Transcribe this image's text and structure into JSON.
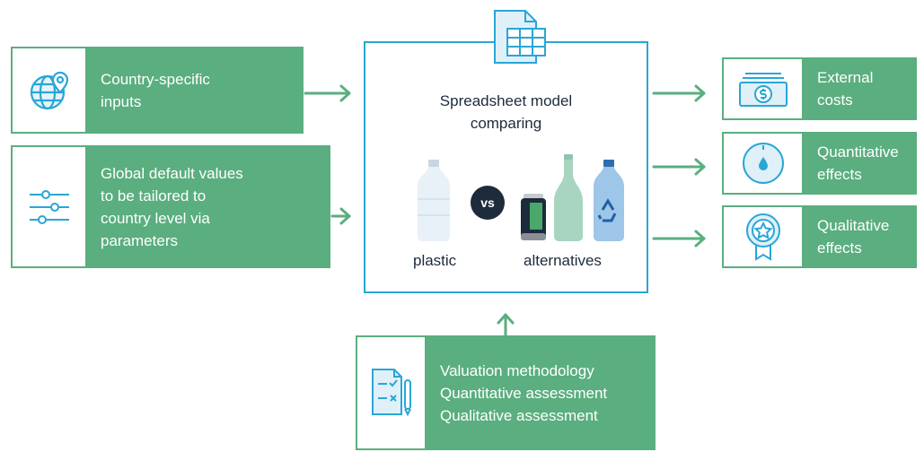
{
  "inputs": {
    "country": {
      "lines": [
        "Country-specific",
        "inputs"
      ],
      "icon": "globe-pin-icon"
    },
    "global": {
      "lines": [
        "Global default values",
        "to be tailored to",
        "country level via",
        "parameters"
      ],
      "icon": "sliders-icon"
    }
  },
  "model": {
    "title_lines": [
      "Spreadsheet model",
      "comparing"
    ],
    "left_label": "plastic",
    "vs": "vs",
    "right_label": "alternatives",
    "icon": "spreadsheet-icon"
  },
  "outputs": {
    "external": {
      "lines": [
        "External",
        "costs"
      ],
      "icon": "money-bill-icon"
    },
    "quantitative": {
      "lines": [
        "Quantitative",
        "effects"
      ],
      "icon": "droplet-gauge-icon"
    },
    "qualitative": {
      "lines": [
        "Qualitative",
        "effects"
      ],
      "icon": "star-badge-icon"
    }
  },
  "methodology": {
    "lines": [
      "Valuation methodology",
      "Quantitative assessment",
      "Qualitative assessment"
    ],
    "icon": "checklist-pencil-icon"
  },
  "colors": {
    "green": "#5aae7f",
    "blue": "#29a6d6",
    "dark": "#1d2b3c"
  }
}
